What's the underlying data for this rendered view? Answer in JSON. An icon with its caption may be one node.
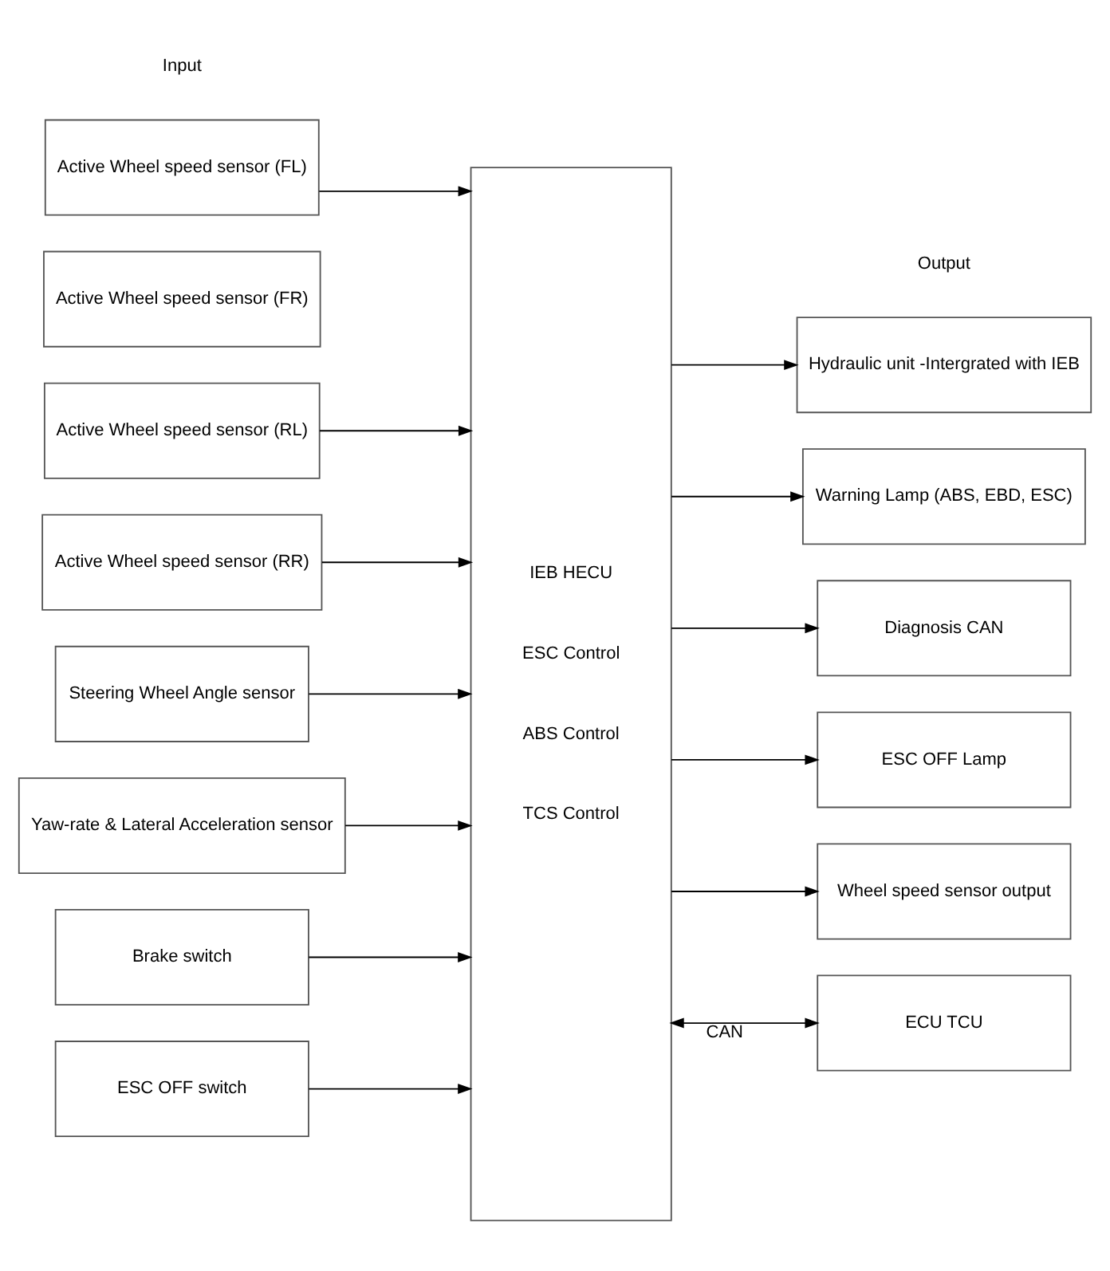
{
  "diagram": {
    "nodes": [
      {
        "text": [
          "Active Wheel speed sensor (FL)"
        ]
      },
      {
        "text": [
          "Active Wheel speed sensor (FR)"
        ]
      },
      {
        "text": [
          "Active Wheel speed sensor (RL)"
        ]
      },
      {
        "text": [
          "Active Wheel speed sensor (RR)"
        ]
      },
      {
        "text": [
          "Steering Wheel Angle sensor"
        ]
      },
      {
        "text": [
          "Yaw-rate & Lateral Acceleration sensor"
        ]
      },
      {
        "text": [
          "Brake switch"
        ]
      },
      {
        "text": [
          "ESC OFF switch"
        ]
      },
      {
        "text": [
          "IEB HECU",
          "ESC Control",
          "ABS Control",
          "TCS Control"
        ]
      },
      {
        "text": [
          "Hydraulic unit -Intergrated with IEB"
        ]
      },
      {
        "text": [
          "Warning Lamp (ABS, EBD, ESC)"
        ]
      },
      {
        "text": [
          "Diagnosis CAN"
        ]
      },
      {
        "text": [
          "ESC OFF Lamp"
        ]
      },
      {
        "text": [
          "Wheel speed sensor output"
        ]
      },
      {
        "text": [
          "ECU TCU"
        ]
      }
    ],
    "edges": [
      {
        "from": 0,
        "to": 8,
        "arrow": "to"
      },
      {
        "from": 2,
        "to": 8,
        "arrow": "to"
      },
      {
        "from": 3,
        "to": 8,
        "arrow": "to"
      },
      {
        "from": 4,
        "to": 8,
        "arrow": "to"
      },
      {
        "from": 5,
        "to": 8,
        "arrow": "to"
      },
      {
        "from": 6,
        "to": 8,
        "arrow": "to"
      },
      {
        "from": 7,
        "to": 8,
        "arrow": "to"
      },
      {
        "from": 8,
        "to": 9,
        "arrow": "to"
      },
      {
        "from": 8,
        "to": 10,
        "arrow": "to"
      },
      {
        "from": 8,
        "to": 11,
        "arrow": "to"
      },
      {
        "from": 8,
        "to": 12,
        "arrow": "to"
      },
      {
        "from": 8,
        "to": 13,
        "arrow": "to"
      },
      {
        "from": 8,
        "to": 14,
        "arrow": "both",
        "label": "CAN"
      }
    ],
    "labels": [
      "Input",
      "Output"
    ]
  }
}
